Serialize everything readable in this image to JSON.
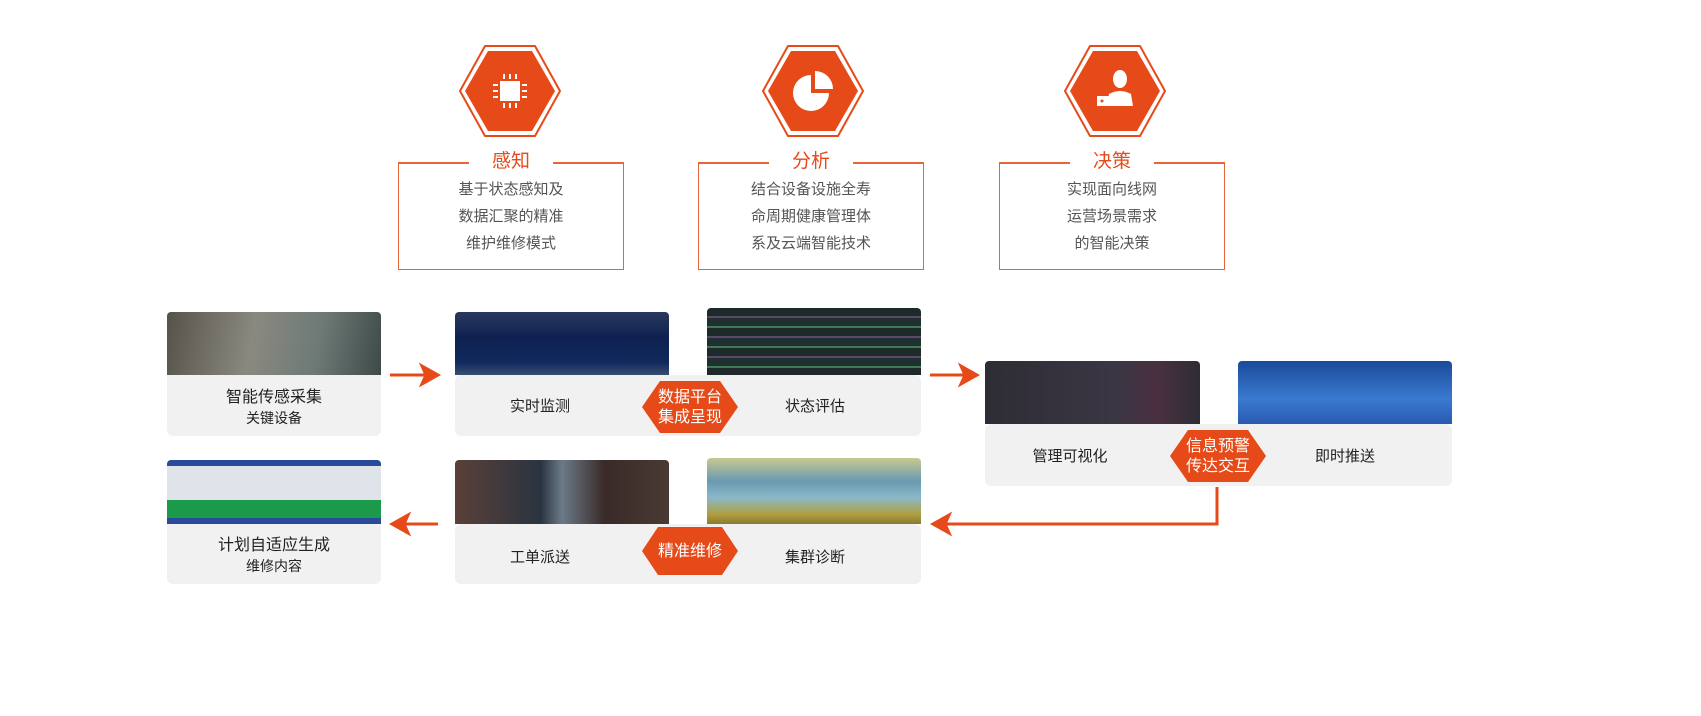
{
  "pillars": [
    {
      "icon": "chip-icon",
      "title": "感知",
      "lines": [
        "基于状态感知及",
        "数据汇聚的精准",
        "维护维修模式"
      ]
    },
    {
      "icon": "pie-chart-icon",
      "title": "分析",
      "lines": [
        "结合设备设施全寿",
        "命周期健康管理体",
        "系及云端智能技术"
      ]
    },
    {
      "icon": "user-laptop-icon",
      "title": "决策",
      "lines": [
        "实现面向线网",
        "运营场景需求",
        "的智能决策"
      ]
    }
  ],
  "flow": {
    "sensing": {
      "line1": "智能传感采集",
      "line2": "关键设备"
    },
    "platform": {
      "left": "实时监测",
      "badge1": "数据平台",
      "badge2": "集成呈现",
      "right": "状态评估"
    },
    "alert": {
      "left": "管理可视化",
      "badge1": "信息预警",
      "badge2": "传达交互",
      "right": "即时推送"
    },
    "maint": {
      "left": "工单派送",
      "badge": "精准维修",
      "right": "集群诊断"
    },
    "plan": {
      "line1": "计划自适应生成",
      "line2": "维修内容"
    }
  },
  "colors": {
    "accent": "#e64a19",
    "card": "#f1f1f1"
  }
}
